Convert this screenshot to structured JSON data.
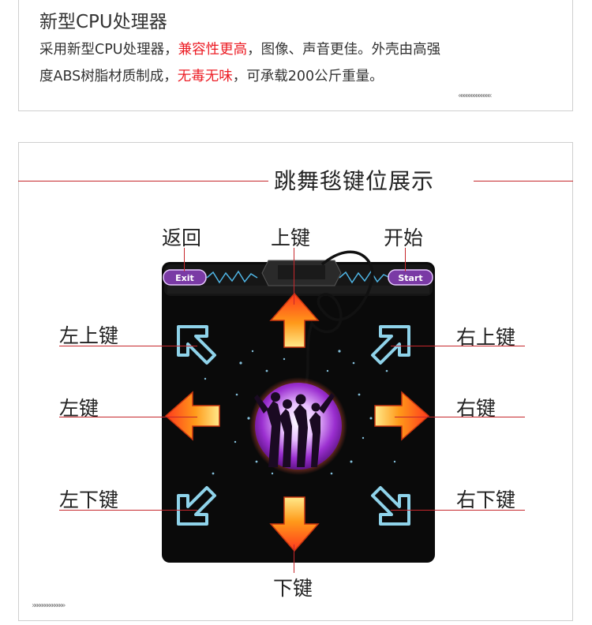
{
  "intro": {
    "title": "新型CPU处理器",
    "line1": {
      "pre": "采用新型CPU处理器，",
      "highlight": "兼容性更高",
      "post": "，图像、声音更佳。外壳由高强"
    },
    "line2": {
      "pre": "度ABS树脂材质制成，",
      "highlight": "无毒无味",
      "post": "，可承载200公斤重量。"
    },
    "decor": "«««««««««««««"
  },
  "showcase": {
    "title": "跳舞毯键位展示",
    "decor": "»»»»»»»»»»»»»"
  },
  "mat": {
    "exit_label": "Exit",
    "start_label": "Start"
  },
  "labels": {
    "back": "返回",
    "up": "上键",
    "start": "开始",
    "up_left": "左上键",
    "up_right": "右上键",
    "left": "左键",
    "right": "右键",
    "down_left": "左下键",
    "down_right": "右下键",
    "down": "下键"
  },
  "colors": {
    "highlight": "#ec1c24",
    "leader": "#c6272c",
    "mat": "#0a0a0a",
    "corner_arrow": "#8fd3ea",
    "main_arrow": "#ff7a10"
  }
}
